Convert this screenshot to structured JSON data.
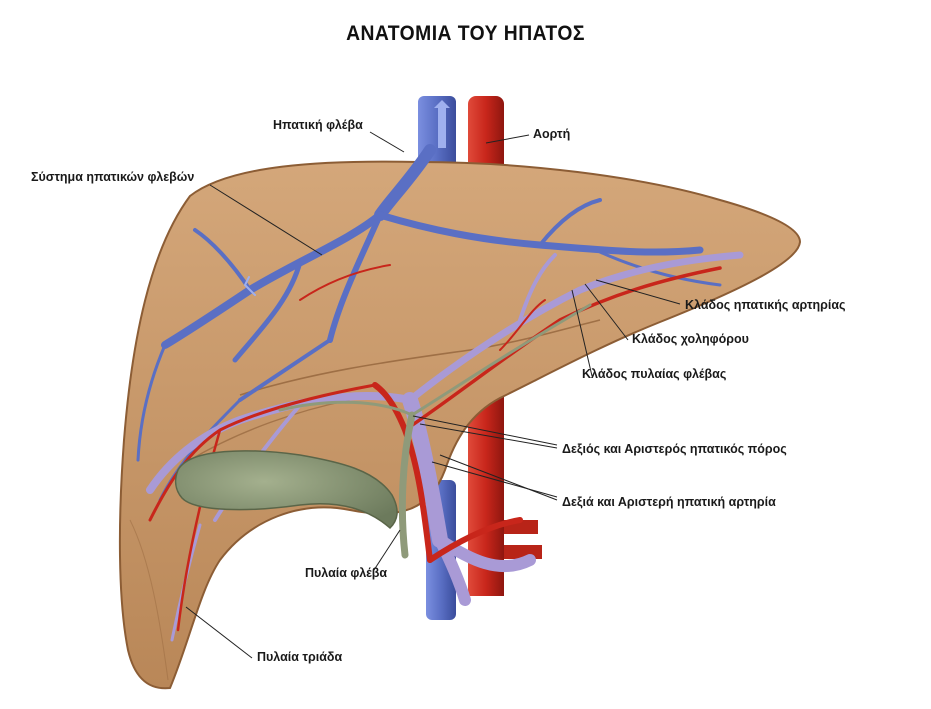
{
  "title": "ΑΝΑΤΟΜΙΑ ΤΟΥ ΗΠΑΤΟΣ",
  "labels": {
    "hepatic_vein": "Ηπατική φλέβα",
    "aorta": "Αορτή",
    "hepatic_vein_system": "Σύστημα ηπατικών φλεβών",
    "hepatic_artery_branch": "Κλάδος ηπατικής αρτηρίας",
    "bile_duct_branch": "Κλάδος χοληφόρου",
    "portal_vein_branch": "Κλάδος πυλαίας φλέβας",
    "hepatic_ducts": "Δεξιός και Αριστερός ηπατικός πόρος",
    "hepatic_arteries": "Δεξιά και Αριστερή ηπατική αρτηρία",
    "portal_vein": "Πυλαία φλέβα",
    "portal_triad": "Πυλαία τριάδα"
  },
  "colors": {
    "liver": "#c9986a",
    "liver_shadow": "#a8754c",
    "vein_blue": "#5a6fc4",
    "portal_lilac": "#a99ad6",
    "artery_red": "#c8261b",
    "gallbladder": "#7d8c6c",
    "bile_duct": "#9aa384"
  }
}
